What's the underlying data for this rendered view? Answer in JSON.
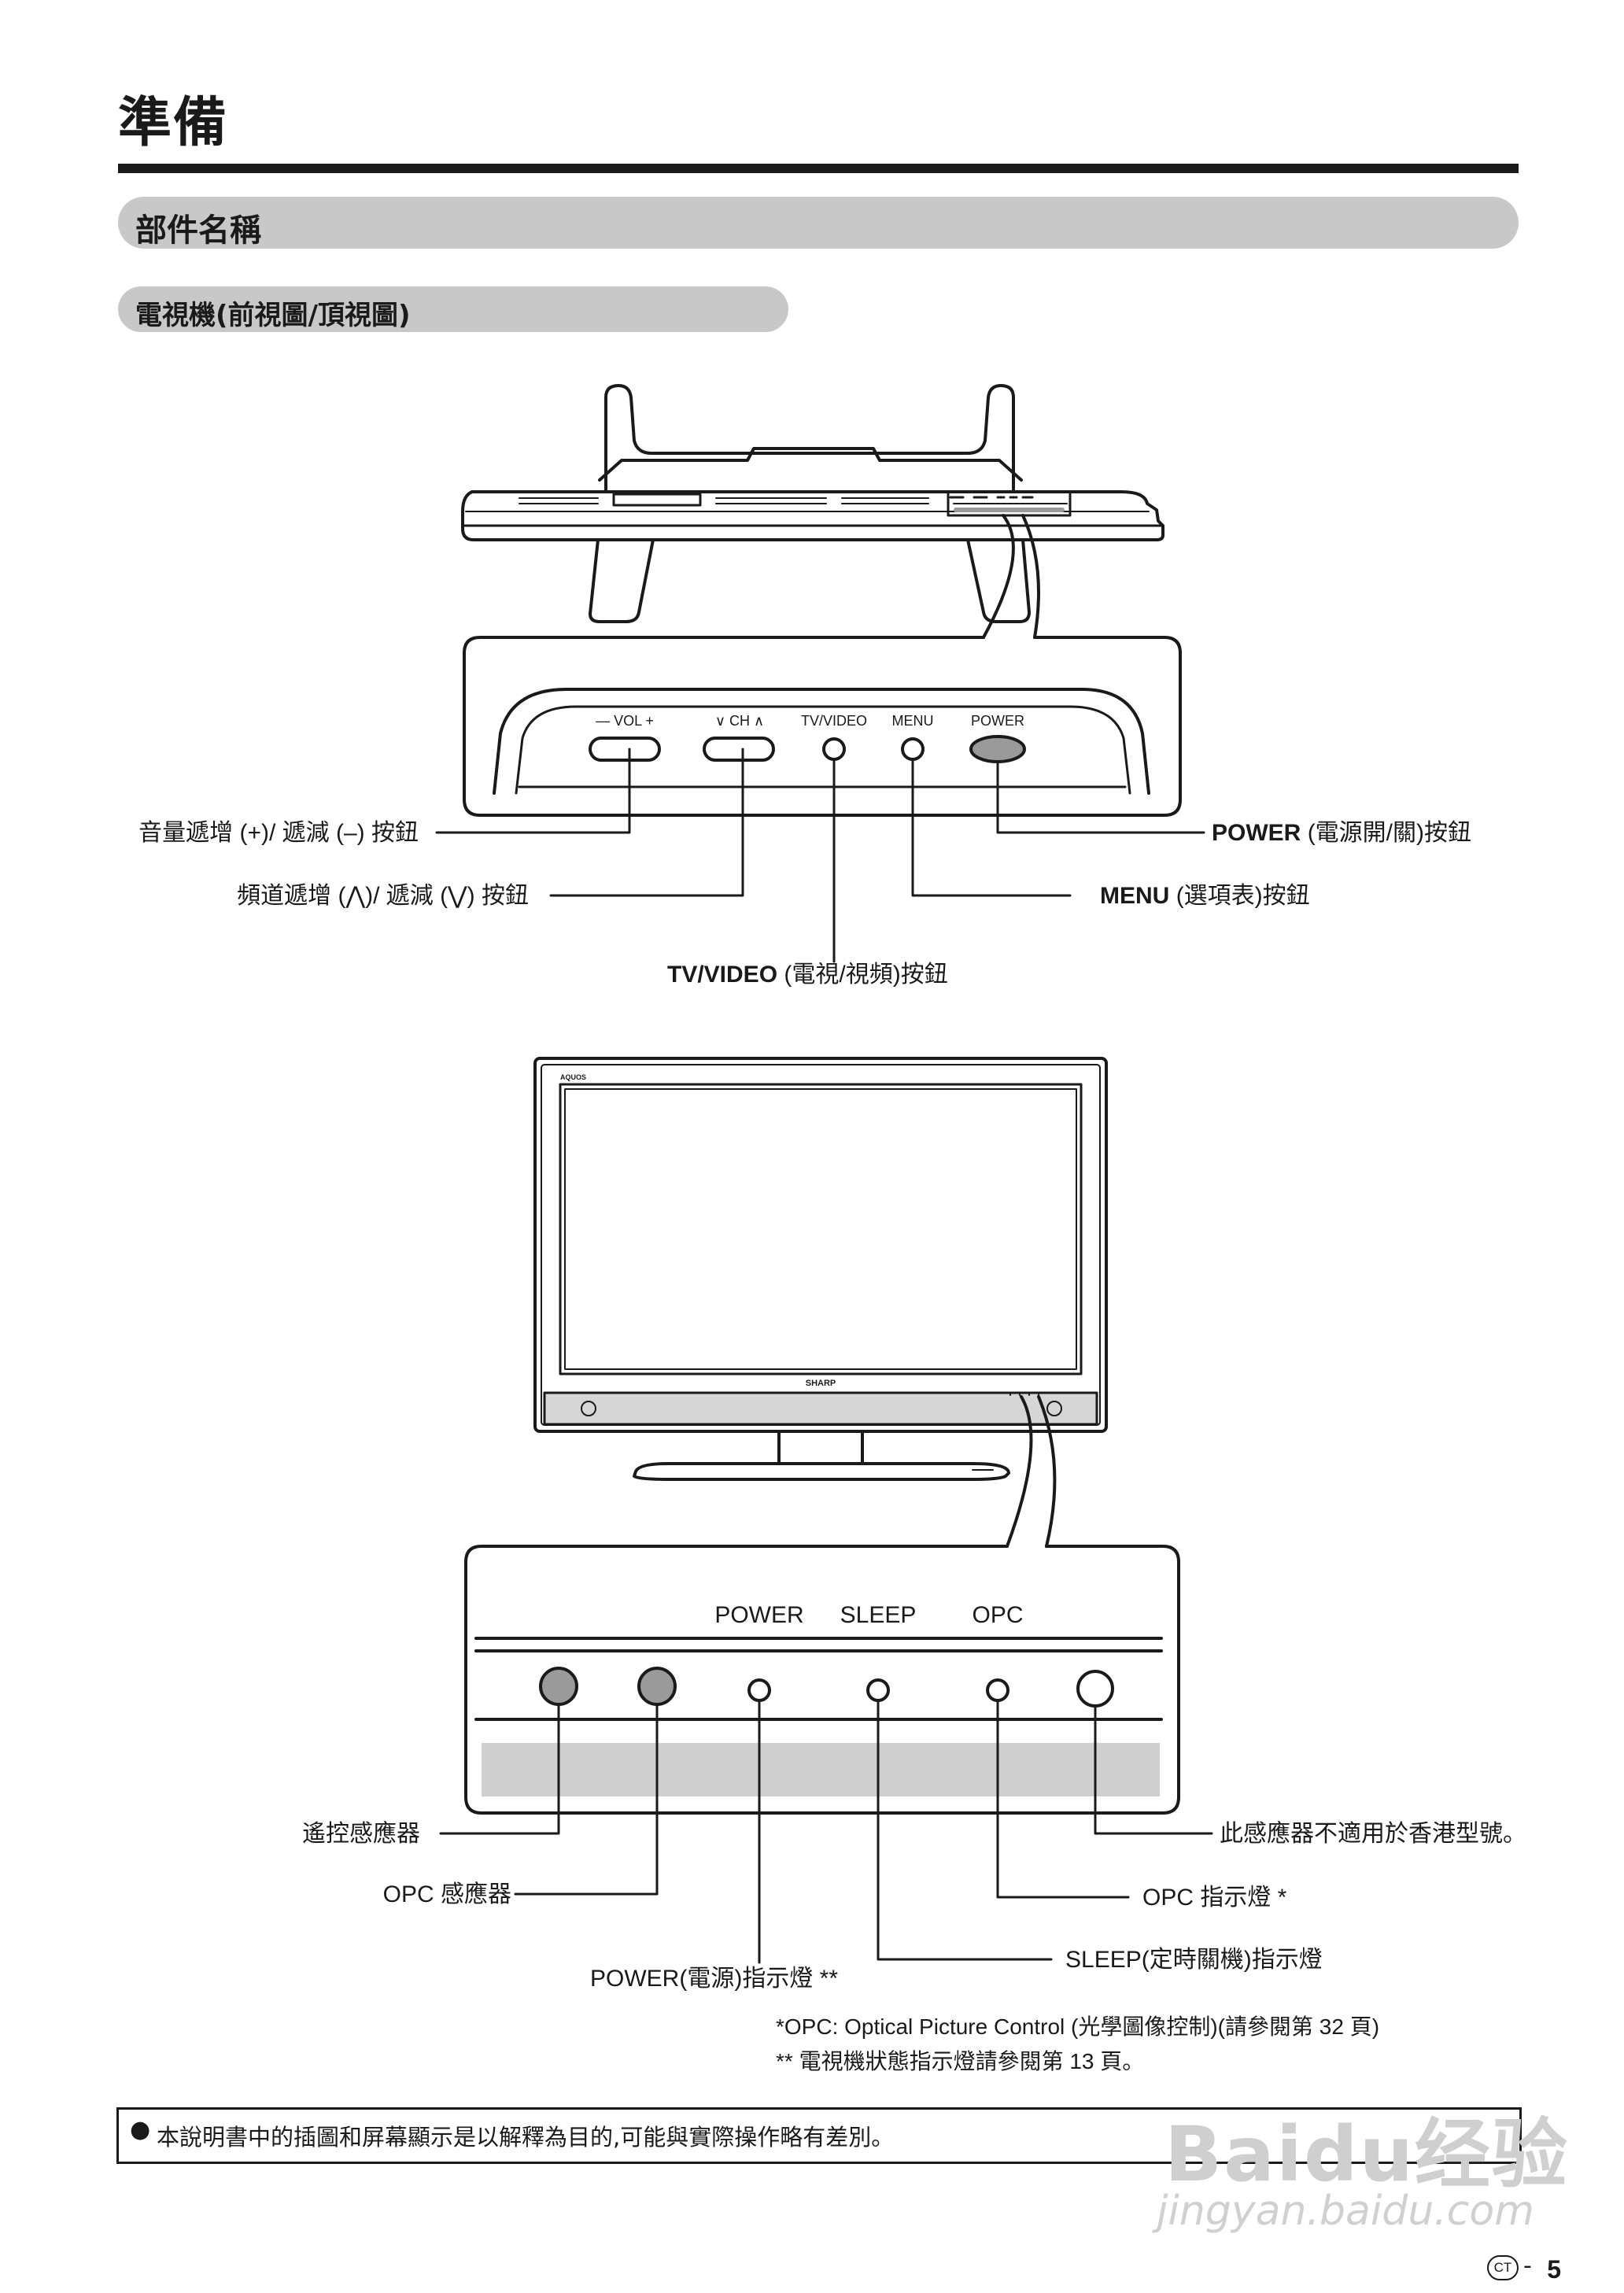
{
  "page": {
    "title": "準備",
    "section_title": "部件名稱",
    "subsection_title": "電視機(前視圖/頂視圖)"
  },
  "top_panel": {
    "labels": {
      "vol": "—  VOL  +",
      "ch": "∨  CH  ∧",
      "tv_video": "TV/VIDEO",
      "menu": "MENU",
      "power": "POWER"
    },
    "callouts": {
      "vol": "音量遞增 (+)/ 遞減 (–) 按鈕",
      "ch": "頻道遞增 (⋀)/ 遞減 (⋁) 按鈕",
      "power_key": "POWER",
      "power_desc": "(電源開/關)按鈕",
      "menu_key": "MENU",
      "menu_desc": "(選項表)按鈕",
      "tv_video_key": "TV/VIDEO",
      "tv_video_desc": "(電視/視頻)按鈕"
    }
  },
  "tv_front": {
    "brand_top": "AQUOS",
    "brand_bottom": "SHARP"
  },
  "front_panel": {
    "labels": {
      "power": "POWER",
      "sleep": "SLEEP",
      "opc": "OPC"
    },
    "callouts": {
      "remote_sensor": "遙控感應器",
      "opc_sensor": "OPC 感應器",
      "power_indicator": "POWER(電源)指示燈 **",
      "sleep_indicator": "SLEEP(定時關機)指示燈",
      "opc_indicator": "OPC 指示燈 *",
      "hk_sensor": "此感應器不適用於香港型號。"
    }
  },
  "notes": {
    "opc_note": "*OPC: Optical Picture Control (光學圖像控制)(請參閱第 32 頁)",
    "status_note": "** 電視機狀態指示燈請參閱第 13 頁。"
  },
  "disclaimer": "本說明書中的插圖和屏幕顯示是以解釋為目的,可能與實際操作略有差別。",
  "footer": {
    "region_badge": "CT",
    "page_number": "5"
  },
  "watermark": {
    "logo": "Baidu经验",
    "url": "jingyan.baidu.com"
  }
}
